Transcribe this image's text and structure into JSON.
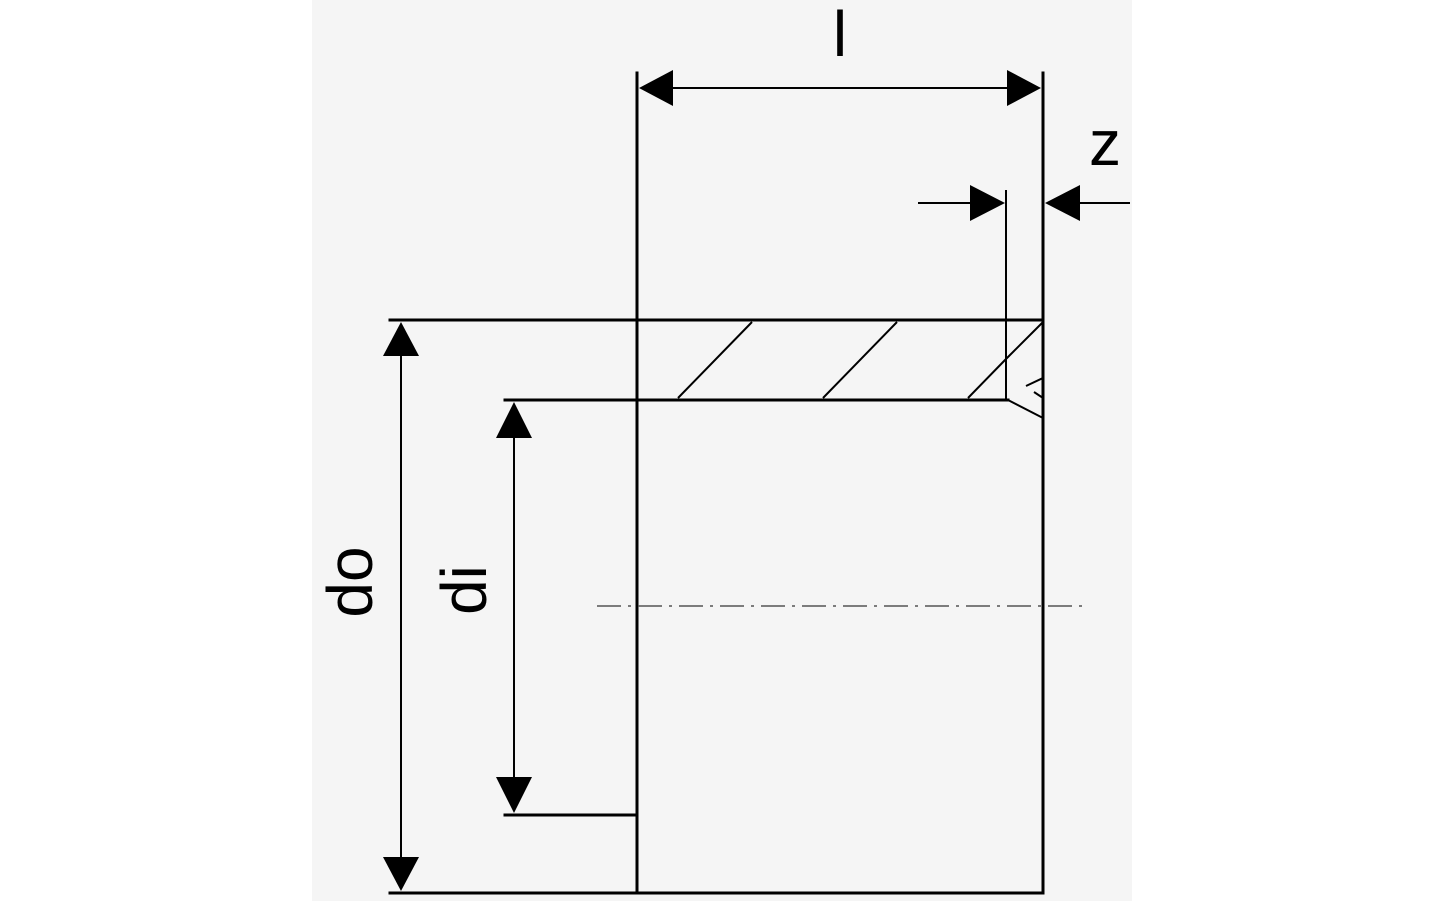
{
  "labels": {
    "length": "l",
    "offset": "z",
    "outer_diameter": "do",
    "inner_diameter": "di"
  }
}
